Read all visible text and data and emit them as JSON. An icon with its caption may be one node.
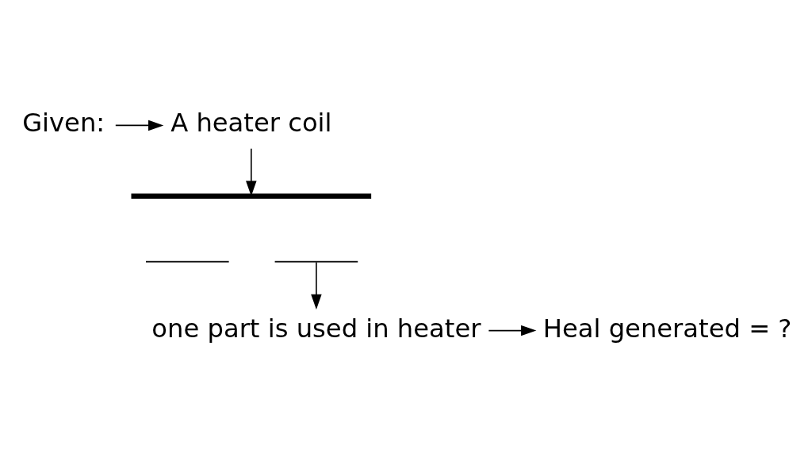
{
  "diagram": {
    "nodes": [
      {
        "text": [
          "Given:"
        ]
      },
      {
        "text": [
          "A heater coil"
        ]
      },
      {
        "text": [],
        "shape": "bar"
      },
      {
        "text": [],
        "shape": "bracket"
      },
      {
        "text": [],
        "shape": "bracket"
      },
      {
        "text": [
          "Heal generated = ?"
        ]
      },
      {
        "text": [
          "one part is used in heater"
        ]
      }
    ],
    "edges": [
      {
        "from": 0,
        "to": 1,
        "arrow": "to"
      },
      {
        "from": 1,
        "to": 2,
        "arrow": "to"
      },
      {
        "from": 4,
        "to": 6,
        "arrow": "to"
      },
      {
        "from": 6,
        "to": 5,
        "arrow": "to"
      }
    ]
  }
}
